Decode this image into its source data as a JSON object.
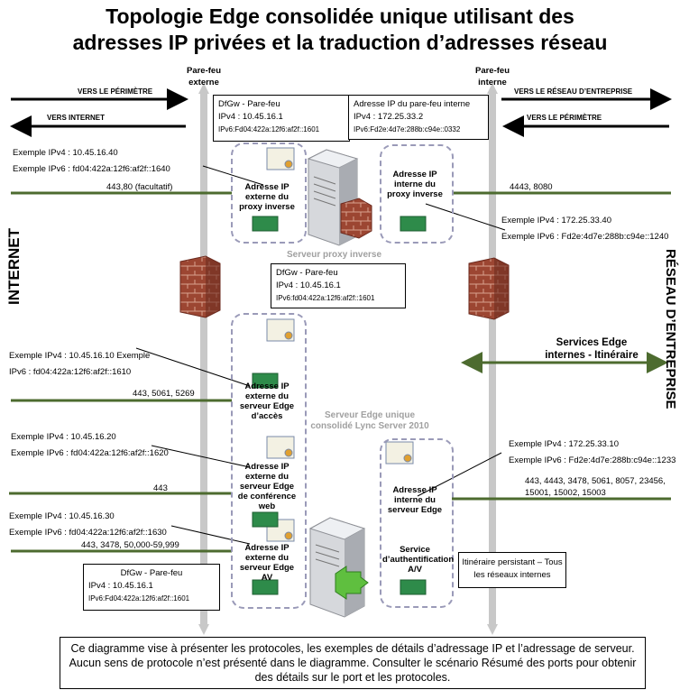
{
  "title_line1": "Topologie Edge consolidée unique utilisant des",
  "title_line2": "adresses IP privées et la traduction d’adresses réseau",
  "fw_ext_label": "Pare-feu\nexterne",
  "fw_int_label": "Pare-feu\ninterne",
  "arrow_perimetre_left": "VERS LE PÉRIMÈTRE",
  "arrow_internet": "VERS INTERNET",
  "arrow_reseau_entreprise": "VERS LE RÉSEAU D’ENTREPRISE",
  "arrow_perimetre_right": "VERS LE PÉRIMÈTRE",
  "dfgw_top": {
    "title": "DfGw - Pare-feu",
    "ipv4": "IPv4 : 10.45.16.1",
    "ipv6": "IPv6:Fd04:422a:12f6:af2f::1601"
  },
  "int_fw_box": {
    "title": "Adresse IP du pare-feu interne",
    "ipv4": "IPv4 : 172.25.33.2",
    "ipv6": "IPv6:Fd2e:4d7e:288b:c94e::0332"
  },
  "proxy_ext_example": {
    "ipv4": "Exemple IPv4 : 10.45.16.40",
    "ipv6": "Exemple IPv6 : fd04:422a:12f6:af2f::1640"
  },
  "proxy_ext_ports": "443,80 (facultatif)",
  "proxy_ext_label": "Adresse IP externe du proxy inverse",
  "proxy_int_label": "Adresse IP interne du proxy inverse",
  "proxy_int_ports": "4443, 8080",
  "proxy_int_example": {
    "ipv4": "Exemple IPv4 : 172.25.33.40",
    "ipv6": "Exemple IPv6 : Fd2e:4d7e:288b:c94e::1240"
  },
  "proxy_server_label": "Serveur proxy inverse",
  "dfgw_mid": {
    "title": "DfGw - Pare-feu",
    "ipv4": "IPv4 : 10.45.16.1",
    "ipv6": "IPv6:fd04:422a:12f6:af2f::1601"
  },
  "internet_label": "INTERNET",
  "reseau_label": "RÉSEAU D’ENTREPRISE",
  "services_label": "Services Edge internes - Itinéraire",
  "access_example": {
    "ipv4": "Exemple IPv4 : 10.45.16.10  Exemple",
    "ipv6": "IPv6 : fd04:422a:12f6:af2f::1610"
  },
  "access_ports": "443, 5061, 5269",
  "access_label": "Adresse IP externe du serveur Edge d’accès",
  "edge_server_label": "Serveur Edge unique consolidé Lync Server 2010",
  "web_example": {
    "ipv4": "Exemple IPv4 : 10.45.16.20",
    "ipv6": "Exemple IPv6 : fd04:422a:12f6:af2f::1620"
  },
  "web_ports": "443",
  "web_label": "Adresse IP externe du serveur Edge de conférence web",
  "int_edge_example": {
    "ipv4": "Exemple IPv4 : 172.25.33.10",
    "ipv6": "Exemple IPv6 : Fd2e:4d7e:288b:c94e::1233"
  },
  "int_edge_ports": "443, 4443, 3478, 5061, 8057, 23456, 15001, 15002, 15003",
  "int_edge_label": "Adresse IP interne du serveur Edge",
  "av_example": {
    "ipv4": "Exemple IPv4 : 10.45.16.30",
    "ipv6": "Exemple IPv6 : fd04:422a:12f6:af2f::1630"
  },
  "av_ports": "443, 3478, 50,000-59,999",
  "av_label": "Adresse IP externe du serveur Edge AV",
  "auth_label": "Service d’authentification A/V",
  "persistent_route": "Itinéraire persistant – Tous les réseaux internes",
  "dfgw_bottom": {
    "title": "DfGw - Pare-feu",
    "ipv4": "IPv4 : 10.45.16.1",
    "ipv6": "IPv6:Fd04:422a:12f6:af2f::1601"
  },
  "note": "Ce diagramme vise à présenter les protocoles, les exemples de détails d’adressage IP et l’adressage de serveur. Aucun sens de protocole n’est présenté dans le diagramme. Consulter le scénario Résumé des ports pour obtenir des détails sur le port et les protocoles.",
  "colors": {
    "green": "#4d6b2f",
    "grey_bar": "#c8c8c8",
    "dash": "#9a9ab8",
    "brick": "#8b3b2b"
  }
}
